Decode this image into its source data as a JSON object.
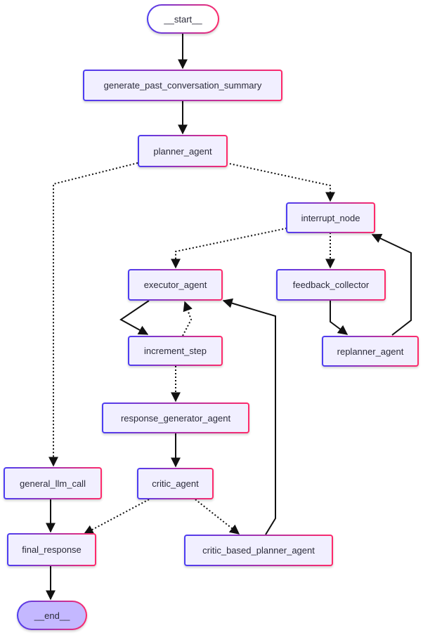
{
  "nodes": {
    "start": "__start__",
    "summary": "generate_past_conversation_summary",
    "planner": "planner_agent",
    "interrupt": "interrupt_node",
    "executor": "executor_agent",
    "feedback": "feedback_collector",
    "increment": "increment_step",
    "replanner": "replanner_agent",
    "response_gen": "response_generator_agent",
    "general_llm": "general_llm_call",
    "critic": "critic_agent",
    "final_response": "final_response",
    "critic_planner": "critic_based_planner_agent",
    "end": "__end__"
  },
  "edges": [
    {
      "from": "start",
      "to": "summary",
      "style": "solid"
    },
    {
      "from": "summary",
      "to": "planner",
      "style": "solid"
    },
    {
      "from": "planner",
      "to": "general_llm",
      "style": "dotted"
    },
    {
      "from": "planner",
      "to": "interrupt",
      "style": "dotted"
    },
    {
      "from": "interrupt",
      "to": "executor",
      "style": "dotted"
    },
    {
      "from": "interrupt",
      "to": "feedback",
      "style": "dotted"
    },
    {
      "from": "feedback",
      "to": "replanner",
      "style": "solid"
    },
    {
      "from": "replanner",
      "to": "interrupt",
      "style": "solid"
    },
    {
      "from": "executor",
      "to": "increment",
      "style": "solid"
    },
    {
      "from": "increment",
      "to": "executor",
      "style": "dotted"
    },
    {
      "from": "increment",
      "to": "response_gen",
      "style": "dotted"
    },
    {
      "from": "response_gen",
      "to": "critic",
      "style": "solid"
    },
    {
      "from": "critic",
      "to": "final_response",
      "style": "dotted"
    },
    {
      "from": "critic",
      "to": "critic_planner",
      "style": "dotted"
    },
    {
      "from": "critic_planner",
      "to": "executor",
      "style": "solid"
    },
    {
      "from": "general_llm",
      "to": "final_response",
      "style": "solid"
    },
    {
      "from": "final_response",
      "to": "end",
      "style": "solid"
    }
  ],
  "colors": {
    "node_fill": "#f1efff",
    "end_fill": "#c4b8ff",
    "border_start": "#4c3df2",
    "border_end": "#ff2a6a",
    "edge": "#111111"
  }
}
